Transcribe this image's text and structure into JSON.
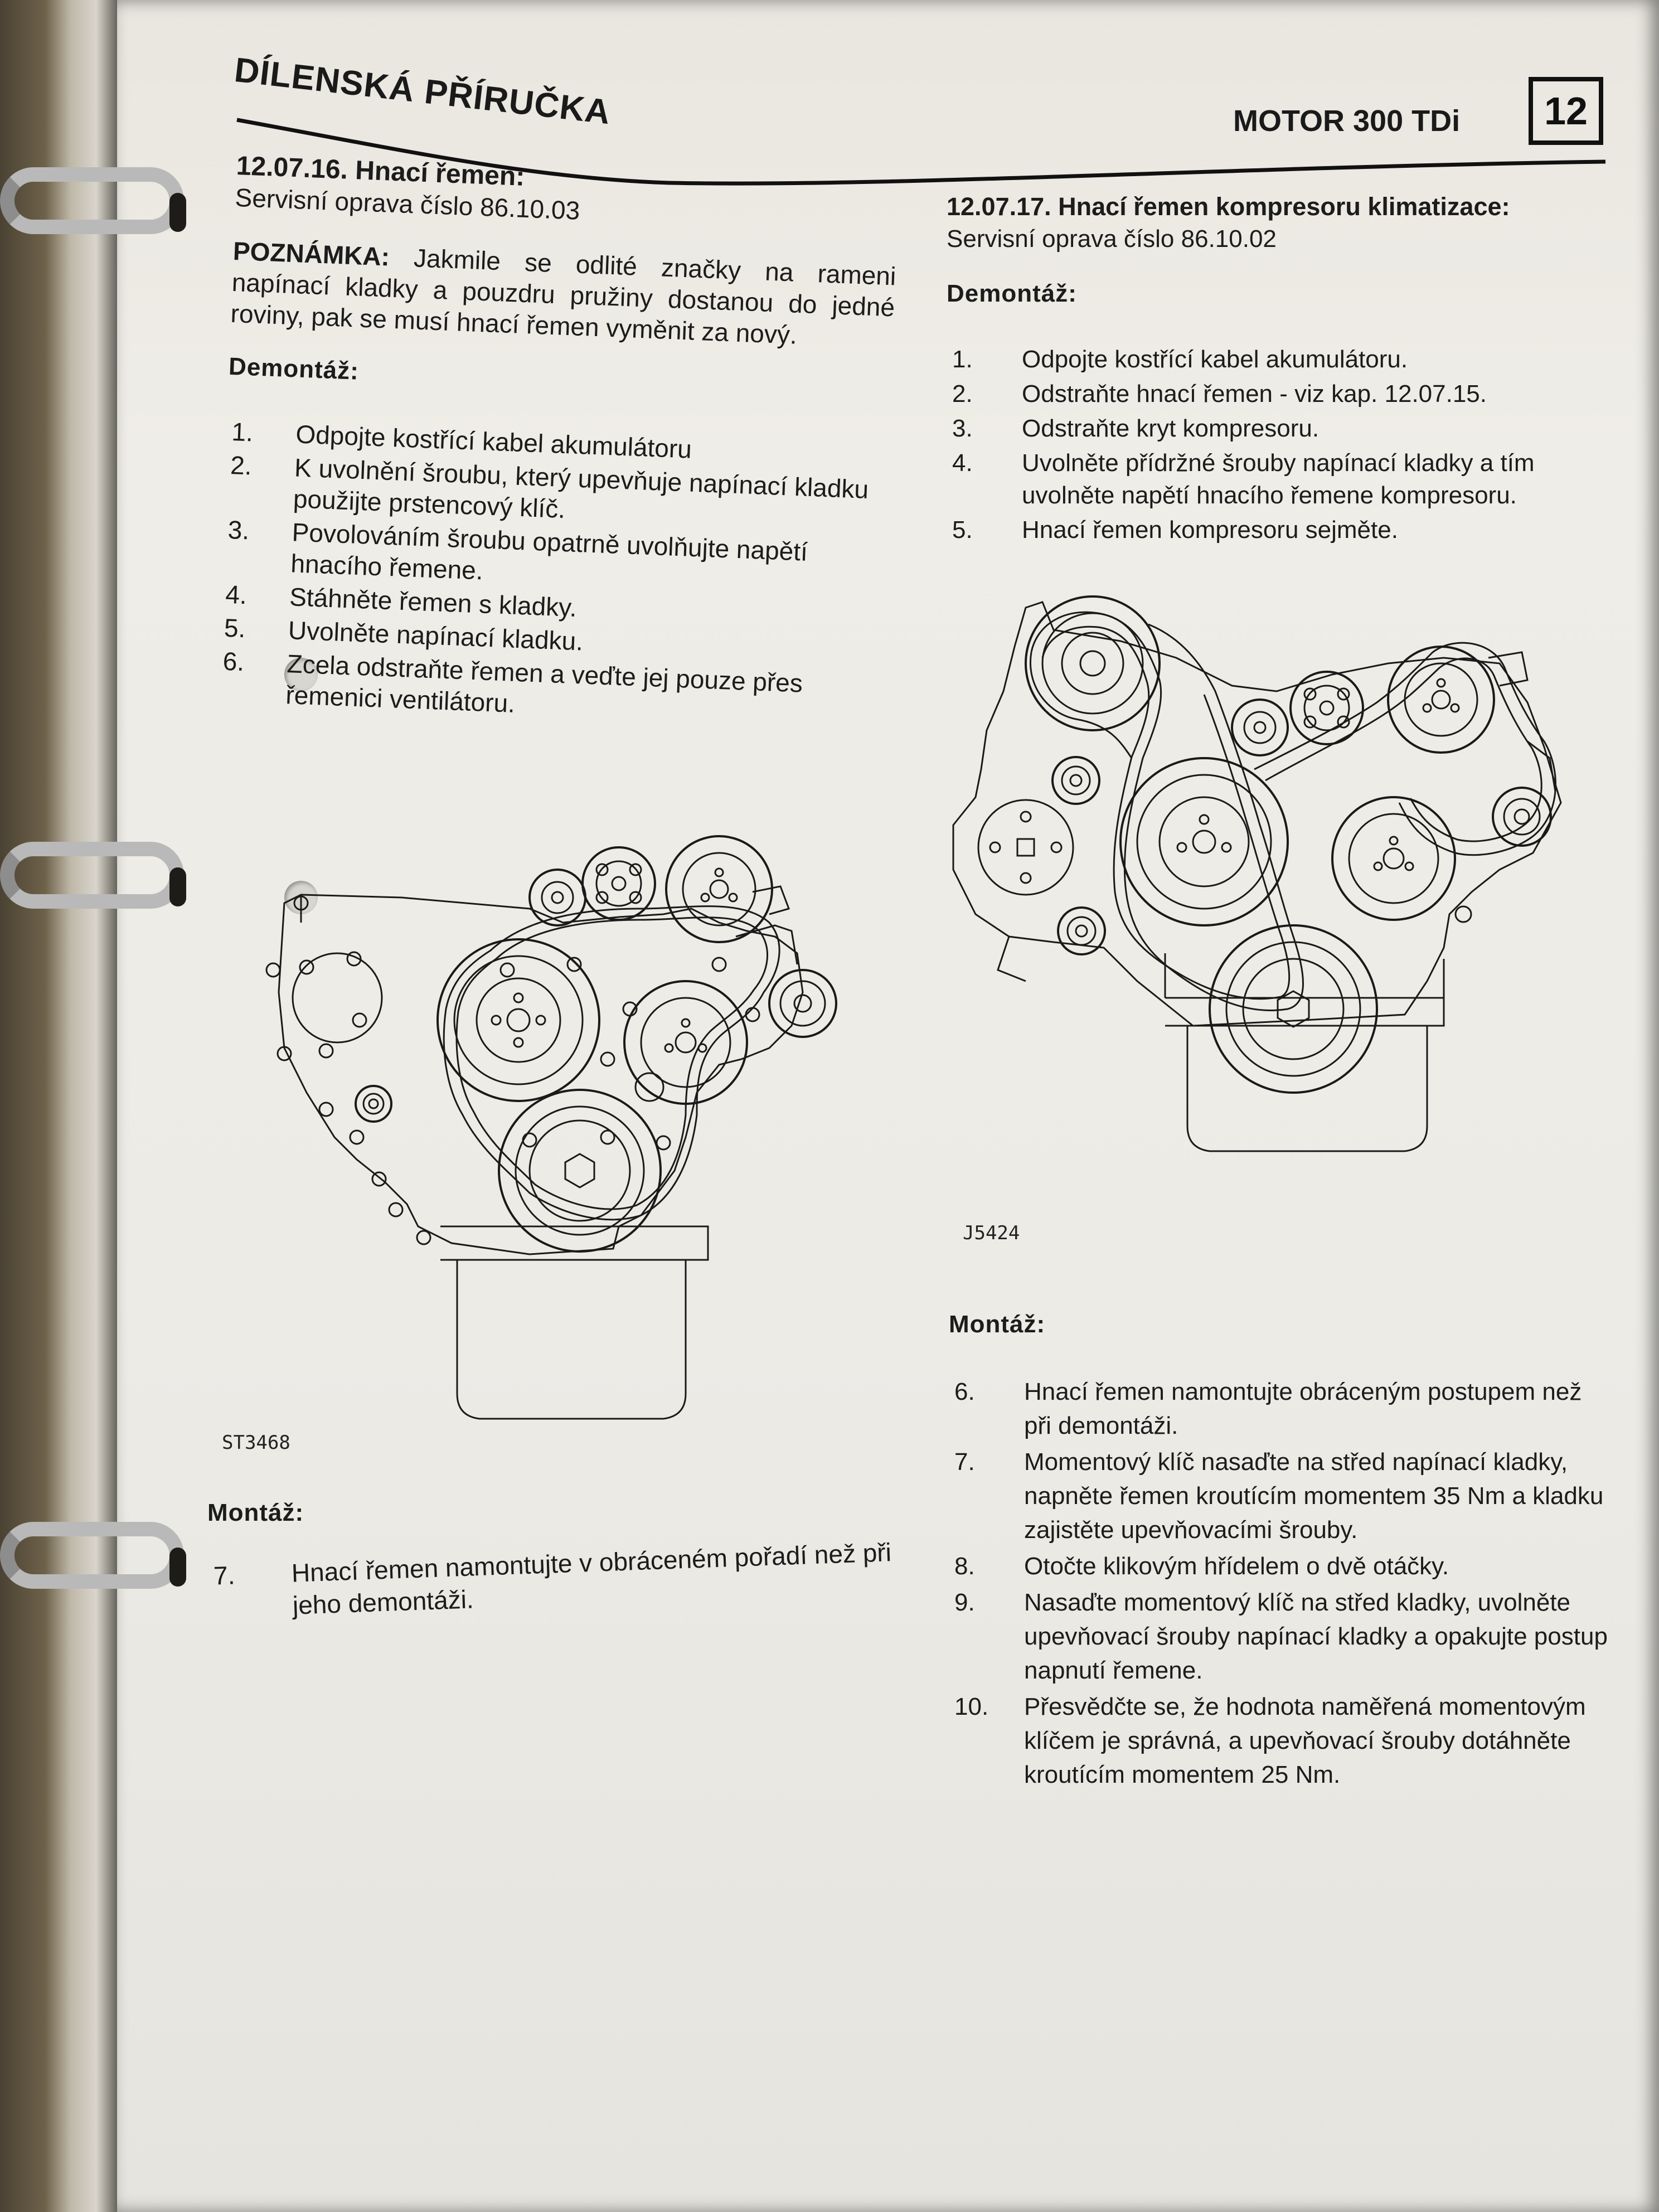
{
  "header": {
    "manual_title": "DÍLENSKÁ PŘÍRUČKA",
    "chapter_title": "MOTOR 300 TDi",
    "chapter_number": "12"
  },
  "left_section": {
    "title": "12.07.16. Hnací řemen:",
    "subtitle": "Servisní oprava číslo 86.10.03",
    "note_label": "POZNÁMKA:",
    "note_text": " Jakmile se odlité značky na rameni napínací kladky a pouzdru pružiny dostanou do jedné roviny, pak se musí hnací řemen vyměnit za nový.",
    "removal_heading": "Demontáž:",
    "removal_steps": [
      {
        "n": "1.",
        "text": "Odpojte kostřící kabel akumulátoru"
      },
      {
        "n": "2.",
        "text": "K uvolnění šroubu, který upevňuje napínací kladku použijte prstencový klíč."
      },
      {
        "n": "3.",
        "text": "Povolováním šroubu opatrně uvolňujte napětí hnacího řemene."
      },
      {
        "n": "4.",
        "text": "Stáhněte řemen s kladky."
      },
      {
        "n": "5.",
        "text": "Uvolněte napínací kladku."
      },
      {
        "n": "6.",
        "text": "Zcela odstraňte řemen a veďte jej pouze přes řemenici ventilátoru."
      }
    ],
    "figure_label": "ST3468",
    "install_heading": "Montáž:",
    "install_steps": [
      {
        "n": "7.",
        "text": "Hnací řemen namontujte v obráceném pořadí než při jeho demontáži."
      }
    ]
  },
  "right_section": {
    "title": "12.07.17. Hnací řemen kompresoru klimatizace:",
    "subtitle": "Servisní oprava číslo 86.10.02",
    "removal_heading": "Demontáž:",
    "removal_steps": [
      {
        "n": "1.",
        "text": "Odpojte kostřící kabel akumulátoru."
      },
      {
        "n": "2.",
        "text": "Odstraňte hnací řemen - viz kap. 12.07.15."
      },
      {
        "n": "3.",
        "text": "Odstraňte kryt kompresoru."
      },
      {
        "n": "4.",
        "text": "Uvolněte přídržné šrouby napínací kladky a tím uvolněte napětí hnacího řemene kompresoru."
      },
      {
        "n": "5.",
        "text": "Hnací řemen kompresoru sejměte."
      }
    ],
    "figure_label": "J5424",
    "install_heading": "Montáž:",
    "install_steps": [
      {
        "n": "6.",
        "text": "Hnací řemen namontujte obráceným postupem než při demontáži."
      },
      {
        "n": "7.",
        "text": "Momentový klíč nasaďte na střed napínací kladky, napněte řemen kroutícím momentem 35 Nm a kladku zajistěte upevňovacími šrouby."
      },
      {
        "n": "8.",
        "text": "Otočte klikovým hřídelem o dvě otáčky."
      },
      {
        "n": "9.",
        "text": "Nasaďte momentový klíč na střed kladky, uvolněte upevňovací šrouby napínací kladky a opakujte postup napnutí řemene."
      },
      {
        "n": "10.",
        "text": "Přesvědčte se, že hodnota naměřená momentovým klíčem je správná, a upevňovací šrouby dotáhněte kroutícím momentem 25 Nm."
      }
    ]
  }
}
